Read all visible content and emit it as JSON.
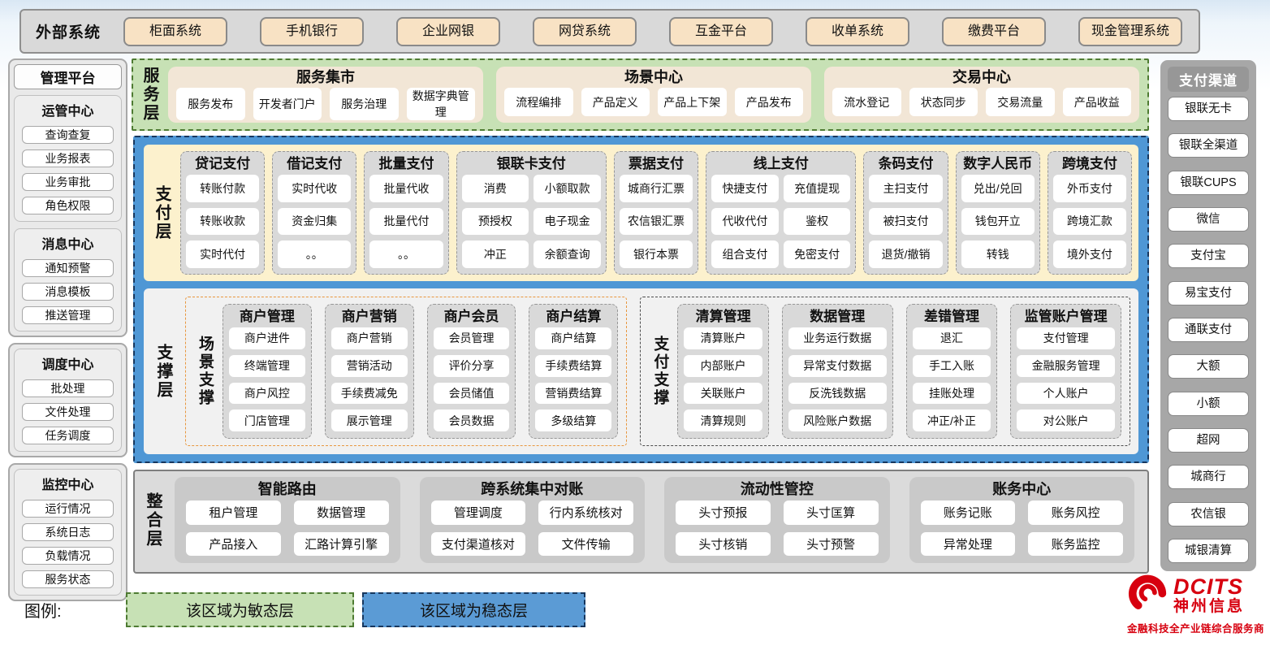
{
  "colors": {
    "agile_green": "#c7e1b5",
    "stable_blue": "#5b9bd5",
    "brand_red": "#d7000f"
  },
  "external_systems": {
    "label": "外部系统",
    "items": [
      "柜面系统",
      "手机银行",
      "企业网银",
      "网贷系统",
      "互金平台",
      "收单系统",
      "缴费平台",
      "现金管理系统"
    ]
  },
  "management_platform": {
    "panels": [
      {
        "title": "管理平台",
        "sections": [
          {
            "title": "运管中心",
            "items": [
              "查询查复",
              "业务报表",
              "业务审批",
              "角色权限"
            ]
          },
          {
            "title": "消息中心",
            "items": [
              "通知预警",
              "消息模板",
              "推送管理"
            ]
          }
        ]
      },
      {
        "title": "",
        "sections": [
          {
            "title": "调度中心",
            "items": [
              "批处理",
              "文件处理",
              "任务调度"
            ]
          }
        ]
      },
      {
        "title": "",
        "sections": [
          {
            "title": "监控中心",
            "items": [
              "运行情况",
              "系统日志",
              "负载情况",
              "服务状态"
            ]
          }
        ]
      }
    ]
  },
  "service_layer": {
    "label": "服务层",
    "groups": [
      {
        "title": "服务集市",
        "items": [
          "服务发布",
          "开发者门户",
          "服务治理",
          "数据字典管理"
        ]
      },
      {
        "title": "场景中心",
        "items": [
          "流程编排",
          "产品定义",
          "产品上下架",
          "产品发布"
        ]
      },
      {
        "title": "交易中心",
        "items": [
          "流水登记",
          "状态同步",
          "交易流量",
          "产品收益"
        ]
      }
    ]
  },
  "payment_layer": {
    "label": "支付层",
    "groups": [
      {
        "title": "贷记支付",
        "items": [
          "转账付款",
          "转账收款",
          "实时代付"
        ]
      },
      {
        "title": "借记支付",
        "items": [
          "实时代收",
          "资金归集",
          "。。"
        ]
      },
      {
        "title": "批量支付",
        "items": [
          "批量代收",
          "批量代付",
          "。。"
        ]
      },
      {
        "title": "银联卡支付",
        "layout_class": "cols-2",
        "items": [
          "消费",
          "小额取款",
          "预授权",
          "电子现金",
          "冲正",
          "余额查询"
        ]
      },
      {
        "title": "票据支付",
        "items": [
          "城商行汇票",
          "农信银汇票",
          "银行本票"
        ]
      },
      {
        "title": "线上支付",
        "layout_class": "cols-2",
        "items": [
          "快捷支付",
          "充值提现",
          "代收代付",
          "鉴权",
          "组合支付",
          "免密支付"
        ]
      },
      {
        "title": "条码支付",
        "items": [
          "主扫支付",
          "被扫支付",
          "退货/撤销"
        ]
      },
      {
        "title": "数字人民币",
        "items": [
          "兑出/兑回",
          "钱包开立",
          "转钱"
        ]
      },
      {
        "title": "跨境支付",
        "items": [
          "外币支付",
          "跨境汇款",
          "境外支付"
        ]
      }
    ]
  },
  "support_layer": {
    "label": "支撑层",
    "scene_support": {
      "label": "场景支撑",
      "groups": [
        {
          "title": "商户管理",
          "items": [
            "商户进件",
            "终端管理",
            "商户风控",
            "门店管理"
          ]
        },
        {
          "title": "商户营销",
          "items": [
            "商户营销",
            "营销活动",
            "手续费减免",
            "展示管理"
          ]
        },
        {
          "title": "商户会员",
          "items": [
            "会员管理",
            "评价分享",
            "会员储值",
            "会员数据"
          ]
        },
        {
          "title": "商户结算",
          "items": [
            "商户结算",
            "手续费结算",
            "营销费结算",
            "多级结算"
          ]
        }
      ]
    },
    "payment_support": {
      "label": "支付支撑",
      "groups": [
        {
          "title": "清算管理",
          "items": [
            "清算账户",
            "内部账户",
            "关联账户",
            "清算规则"
          ]
        },
        {
          "title": "数据管理",
          "layout_class": "wide",
          "items": [
            "业务运行数据",
            "异常支付数据",
            "反洗钱数据",
            "风险账户数据"
          ]
        },
        {
          "title": "差错管理",
          "items": [
            "退汇",
            "手工入账",
            "挂账处理",
            "冲正/补正"
          ]
        },
        {
          "title": "监管账户管理",
          "layout_class": "wide",
          "items": [
            "支付管理",
            "金融服务管理",
            "个人账户",
            "对公账户"
          ]
        }
      ]
    }
  },
  "integration_layer": {
    "label": "整合层",
    "groups": [
      {
        "title": "智能路由",
        "items": [
          "租户管理",
          "数据管理",
          "产品接入",
          "汇路计算引擎"
        ]
      },
      {
        "title": "跨系统集中对账",
        "items": [
          "管理调度",
          "行内系统核对",
          "支付渠道核对",
          "文件传输"
        ]
      },
      {
        "title": "流动性管控",
        "items": [
          "头寸预报",
          "头寸匡算",
          "头寸核销",
          "头寸预警"
        ]
      },
      {
        "title": "账务中心",
        "items": [
          "账务记账",
          "账务风控",
          "异常处理",
          "账务监控"
        ]
      }
    ]
  },
  "payment_channels": {
    "title": "支付渠道",
    "items": [
      "银联无卡",
      "银联全渠道",
      "银联CUPS",
      "微信",
      "支付宝",
      "易宝支付",
      "通联支付",
      "大额",
      "小额",
      "超网",
      "城商行",
      "农信银",
      "城银清算"
    ]
  },
  "legend": {
    "label": "图例:",
    "agile": "该区域为敏态层",
    "stable": "该区域为稳态层"
  },
  "logo": {
    "brand": "DCITS",
    "name": "神州信息",
    "tagline": "金融科技全产业链综合服务商"
  }
}
